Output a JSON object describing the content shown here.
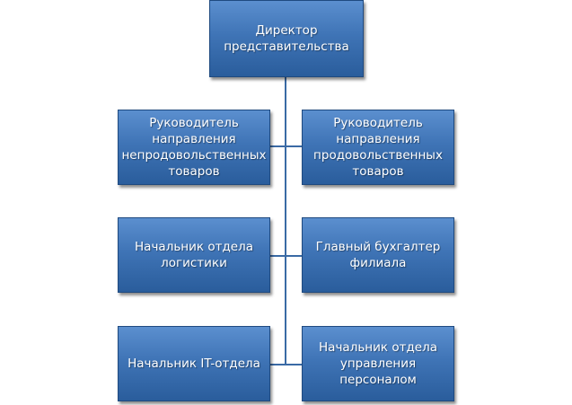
{
  "director": "Директор\nпредставительства",
  "rows": [
    {
      "left": "Руководитель\nнаправления\nнепродовольственных\nтоваров",
      "right": "Руководитель\nнаправления\nпродовольственных\nтоваров"
    },
    {
      "left": "Начальник отдела\nлогистики",
      "right": "Главный бухгалтер\nфилиала"
    },
    {
      "left": "Начальник IT-отдела",
      "right": "Начальник отдела\nуправления\nперсоналом"
    }
  ]
}
